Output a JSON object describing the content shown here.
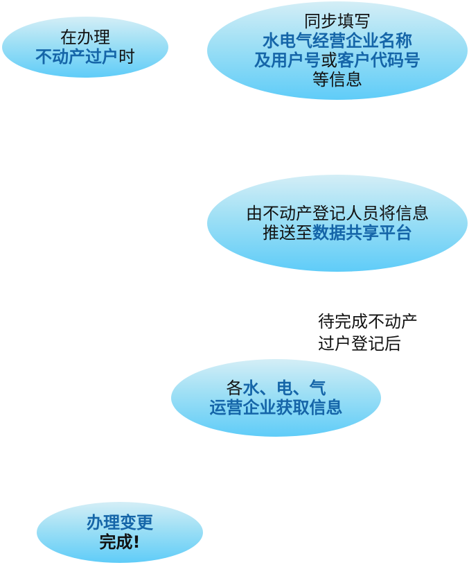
{
  "colors": {
    "highlight_text": "#1565a8",
    "plain_text": "#111111",
    "bubble_top": "#d4eef6",
    "bubble_bottom": "#5fccf8"
  },
  "bubbles": {
    "start": {
      "line1": "在办理",
      "line2_hl": "不动产过户",
      "line2_plain": "时"
    },
    "fill_info": {
      "line1": "同步填写",
      "line2_hl": "水电气经营企业名称",
      "line3_hl_a": "及用户号",
      "line3_plain": "或",
      "line3_hl_b": "客户代码号",
      "line4": "等信息"
    },
    "push": {
      "line1": "由不动产登记人员将信息",
      "line2_plain": "推送至",
      "line2_hl": "数据共享平台"
    },
    "utilities": {
      "line1_plain": "各",
      "line1_hl": "水、电、气",
      "line2_hl": "运营企业获取信息"
    },
    "done": {
      "line1_hl": "办理变更",
      "line2": "完成!"
    }
  },
  "note": {
    "line1": "待完成不动产",
    "line2": "过户登记后"
  }
}
